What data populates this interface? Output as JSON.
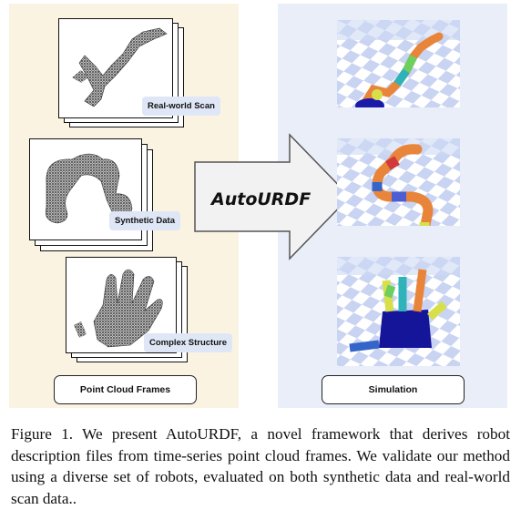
{
  "figure": {
    "left_panel": {
      "items": [
        {
          "label": "Real-world Scan"
        },
        {
          "label": "Synthetic Data"
        },
        {
          "label": "Complex Structure"
        }
      ],
      "footer_label": "Point Cloud Frames"
    },
    "arrow_label": "AutoURDF",
    "right_panel": {
      "footer_label": "Simulation"
    }
  },
  "caption": "Figure 1. We present AutoURDF, a novel framework that derives robot description files from time-series point cloud frames. We validate our method using a diverse set of robots, evaluated on both synthetic data and real-world scan data..",
  "colors": {
    "left_bg": "#fbf3e1",
    "right_bg": "#e9eef9",
    "tag_bg": "#dfe7f6",
    "arrow_fill": "#f2f2f2"
  }
}
